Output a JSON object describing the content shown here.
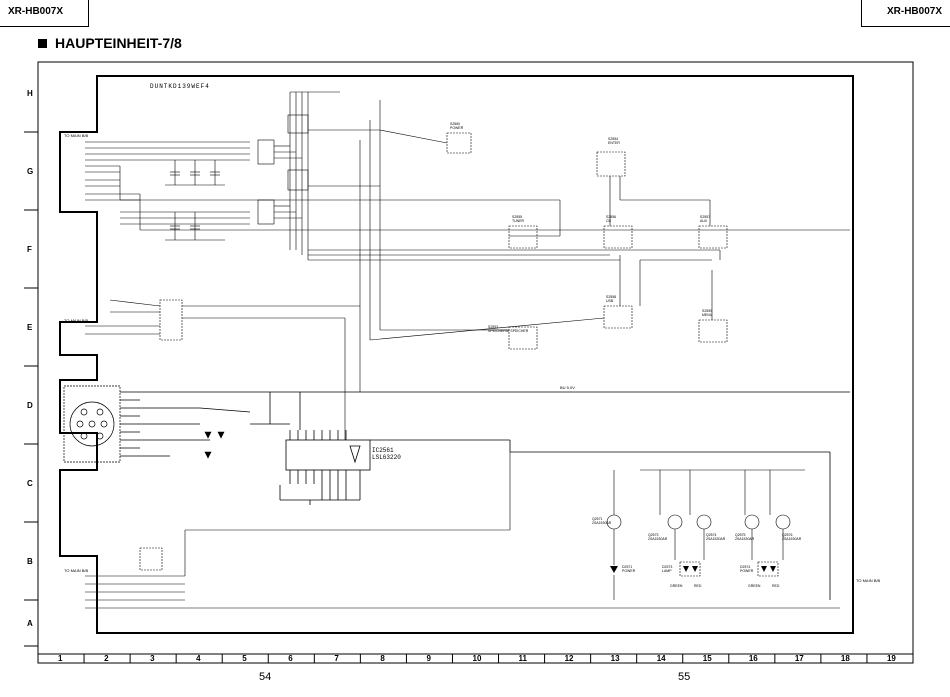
{
  "header": {
    "model_left": "XR-HB007X",
    "model_right": "XR-HB007X",
    "title": "HAUPTEINHEIT-7/8"
  },
  "pages": {
    "left": "54",
    "right": "55"
  },
  "grid": {
    "rows": [
      "H",
      "G",
      "F",
      "E",
      "D",
      "C",
      "B",
      "A"
    ],
    "columns": [
      "1",
      "2",
      "3",
      "4",
      "5",
      "6",
      "7",
      "8",
      "9",
      "10",
      "11",
      "12",
      "13",
      "14",
      "15",
      "16",
      "17",
      "18",
      "19"
    ]
  },
  "schematic": {
    "board_code": "DUNTKD139WEF4",
    "ic_label_1": "IC2561",
    "ic_label_2": "LSL63220",
    "switches": [
      {
        "ref": "S2553",
        "name": "SPEICHERN/ SPEICHER"
      },
      {
        "ref": "S2554",
        "name": "ENTER"
      },
      {
        "ref": "S2555",
        "name": "TUNER"
      },
      {
        "ref": "S2556",
        "name": "CD"
      },
      {
        "ref": "S2557",
        "name": "AUX"
      },
      {
        "ref": "S2558",
        "name": "USB"
      },
      {
        "ref": "S2559",
        "name": "MENU"
      },
      {
        "ref": "S2560",
        "name": "POWER"
      }
    ],
    "transistors": [
      {
        "ref": "Q2571",
        "type": "2SA1530AR"
      },
      {
        "ref": "Q2573",
        "type": "2SA1530AR"
      },
      {
        "ref": "Q2574",
        "type": "2SA1530AR"
      },
      {
        "ref": "Q2575",
        "type": "2SA1530AR"
      },
      {
        "ref": "Q2576",
        "type": "2SA1530AR"
      }
    ],
    "leds": [
      {
        "ref": "D2571",
        "label": "POWER"
      },
      {
        "ref": "D2573",
        "label": "LAMP"
      },
      {
        "ref": "D2574",
        "label": "POWER"
      }
    ],
    "connector_labels": {
      "to_main_top": "TO MAIN B/B",
      "to_main_mid": "TO MAIN B/B",
      "to_main_bottom": "TO MAIN B/B",
      "to_main_right": "TO MAIN B/B",
      "bus": "BU 5.0V"
    },
    "led_colors": [
      "GREEN",
      "RED",
      "GREEN",
      "RED"
    ]
  }
}
